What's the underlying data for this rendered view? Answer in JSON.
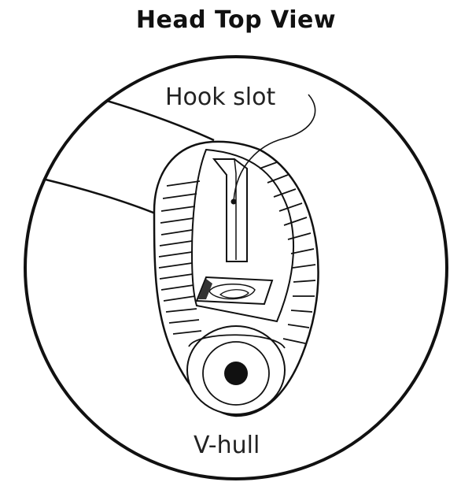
{
  "title": "Head Top View",
  "labels": {
    "hook_slot": "Hook slot",
    "v_hull": "V-hull"
  },
  "colors": {
    "ink": "#111111",
    "background": "#ffffff"
  }
}
